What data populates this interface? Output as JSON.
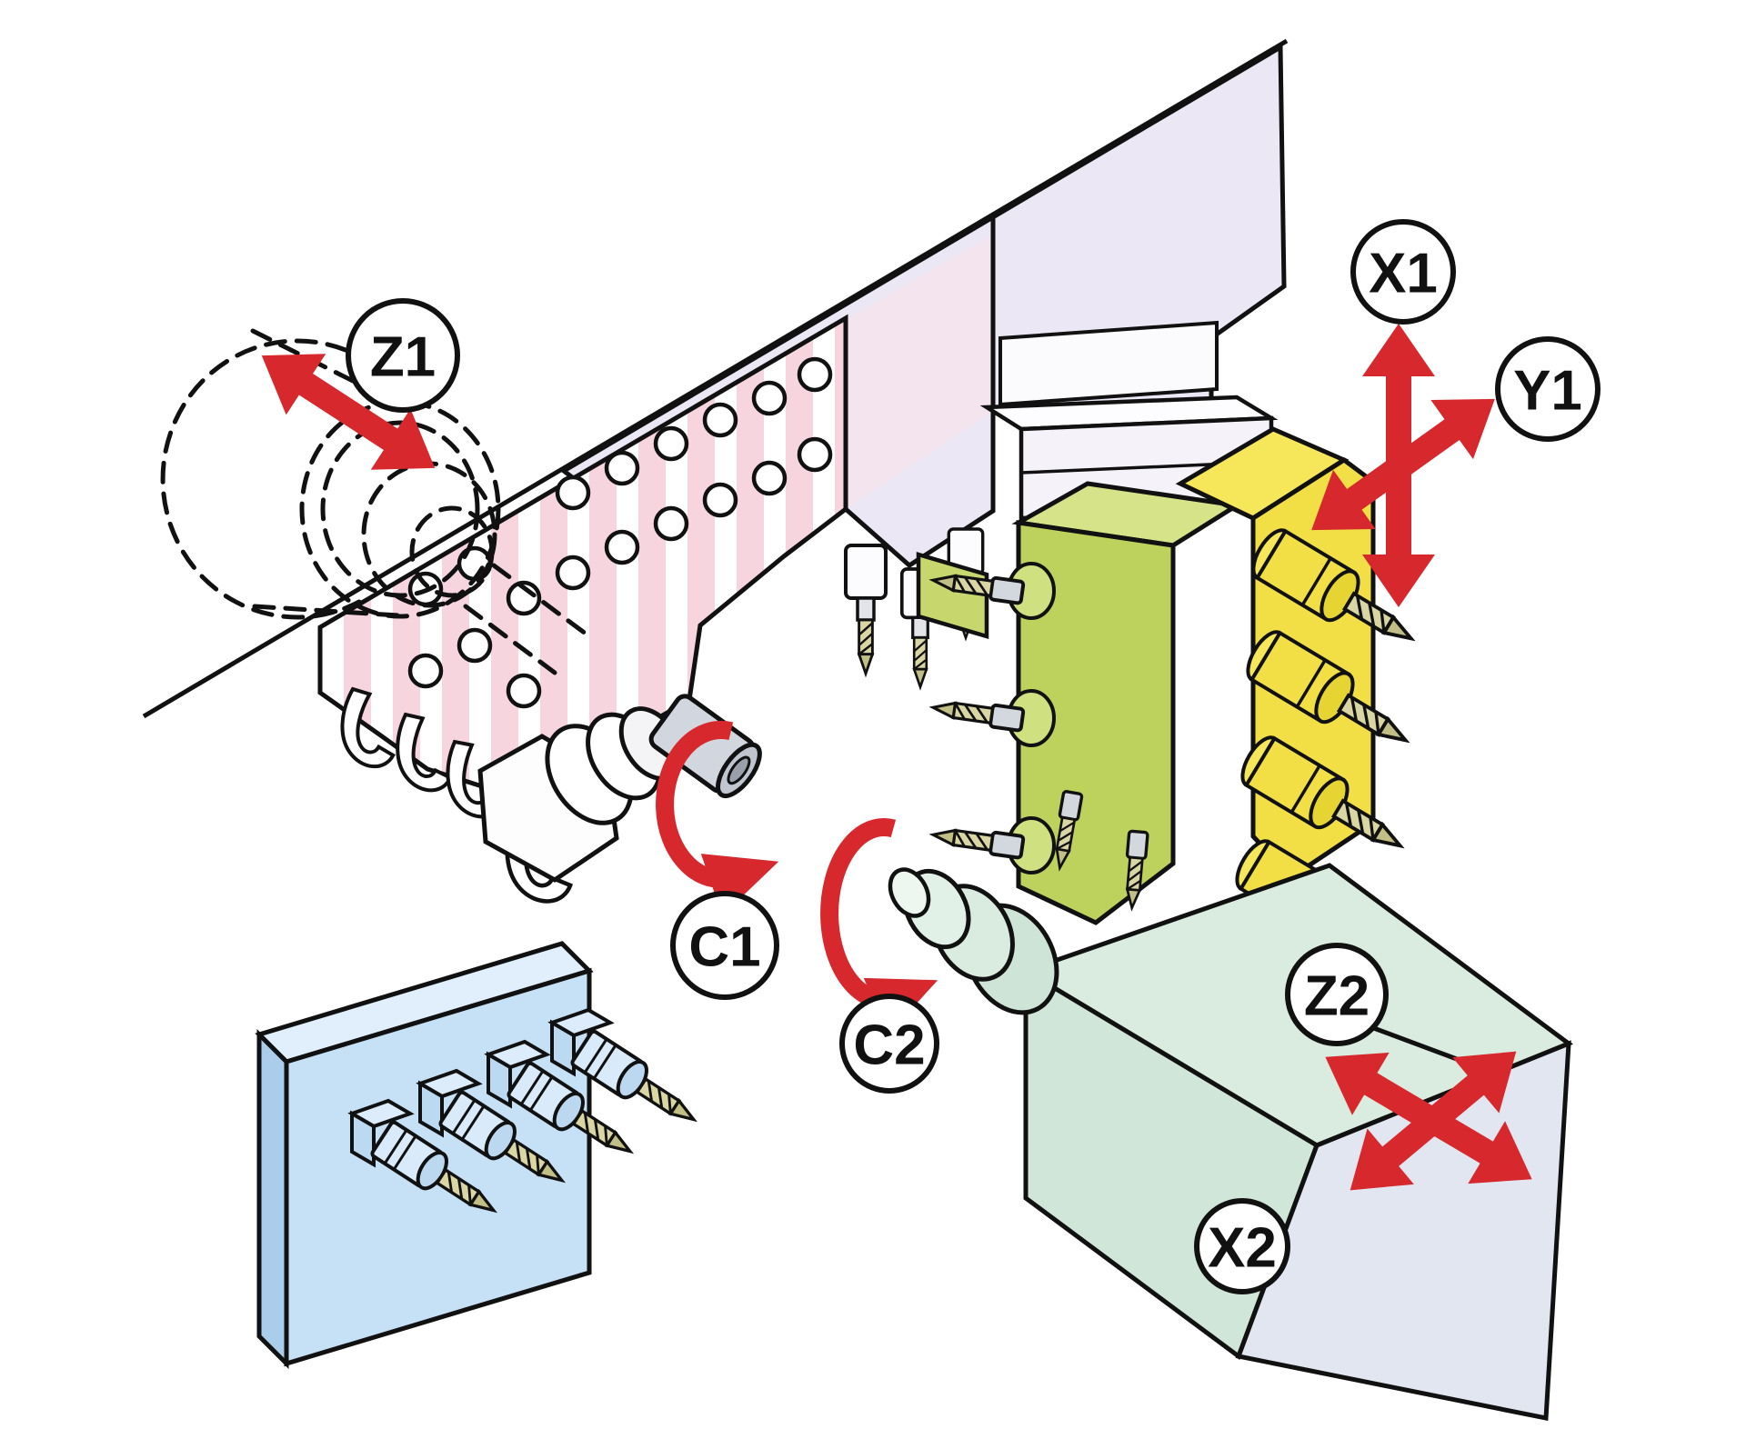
{
  "labels": {
    "z1": "Z1",
    "x1": "X1",
    "y1": "Y1",
    "c1": "C1",
    "c2": "C2",
    "z2": "Z2",
    "x2": "X2"
  },
  "colors": {
    "outline": "#111111",
    "arrow_red": "#d7282d",
    "gang_slide_pink": "#f6d5de",
    "machine_lavender": "#ece7f4",
    "machine_pink_panel": "#f4e4ed",
    "tool_block_green": "#bdd15d",
    "tool_block_green_light": "#d6e388",
    "tool_block_yellow": "#f2df45",
    "back_tool_plate_blue": "#c6e0f6",
    "sub_spindle_teal": "#d9ecdf",
    "sub_spindle_side_grey": "#e2e6f0",
    "metal_grey": "#d2d6de"
  }
}
